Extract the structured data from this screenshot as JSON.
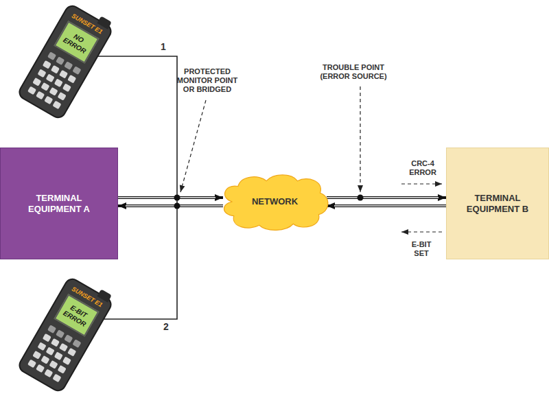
{
  "diagram": {
    "nodes": [
      {
        "text": [
          "SUNSET E1",
          "NO ERROR"
        ]
      },
      {
        "text": [
          "TERMINAL EQUIPMENT A"
        ]
      },
      {
        "text": [
          "NETWORK"
        ]
      },
      {
        "text": [
          "TERMINAL EQUIPMENT B"
        ]
      },
      {
        "text": [
          "SUNSET E1",
          "E-BIT ERROR"
        ]
      }
    ],
    "edges": [
      {
        "from": 1,
        "to": 2,
        "arrow": "to"
      },
      {
        "from": 2,
        "to": 1,
        "arrow": "to"
      },
      {
        "from": 2,
        "to": 3,
        "arrow": "to"
      },
      {
        "from": 3,
        "to": 2,
        "arrow": "to"
      }
    ],
    "labels": [
      "1",
      "PROTECTED MONITOR POINT OR BRIDGED",
      "TROUBLE POINT (ERROR SOURCE)",
      "CRC-4 ERROR",
      "E-BIT SET",
      "2"
    ]
  }
}
